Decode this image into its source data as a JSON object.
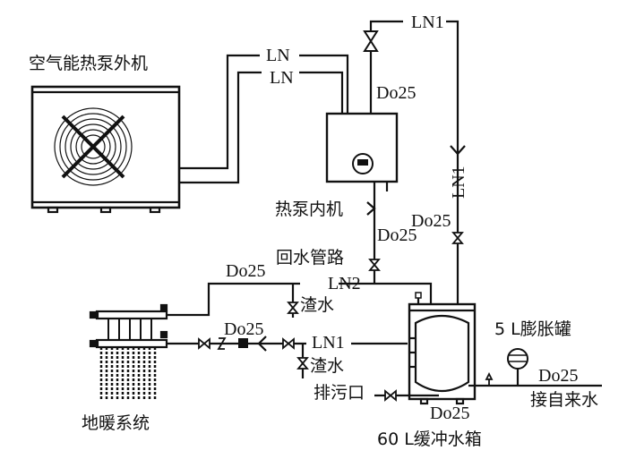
{
  "diagram": {
    "title": "Air-source heat pump floor heating system schematic",
    "components": {
      "outdoor_unit": "空气能热泵外机",
      "indoor_unit": "热泵内机",
      "return_line": "回水管路",
      "floor_heating": "地暖系统",
      "buffer_tank": "60 L缓冲水箱",
      "expansion_tank": "5 L膨胀罐",
      "water_supply": "接自来水",
      "drain_outlet": "排污口",
      "slag_drain_1": "渣水",
      "slag_drain_2": "渣水"
    },
    "pipe_labels": {
      "ln_upper": "LN",
      "ln_lower": "LN",
      "ln1_top": "LN1",
      "ln1_vertical": "LN1",
      "ln2": "LN2",
      "ln1_mid": "LN1",
      "do25_indoor_top": "Do25",
      "do25_indoor_bottom": "Do25",
      "do25_ln1_riser": "Do25",
      "do25_return": "Do25",
      "do25_supply_line": "Do25",
      "do25_tank_bottom": "Do25",
      "do25_water_supply": "Do25"
    },
    "colors": {
      "line": "#111111",
      "background": "#ffffff"
    }
  }
}
